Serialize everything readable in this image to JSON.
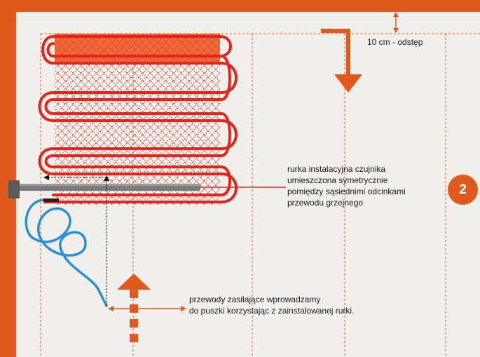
{
  "labels": {
    "gap": "10 cm - odstęp",
    "sensor_tube": [
      "rurka instalacyjna czujnika",
      "umieszczona symetrycznie",
      "pomiędzy sąsiednimi odcinkami",
      "przewodu grzejnego"
    ],
    "supply_wires": [
      "przewody zasilające wprowadzamy",
      "do puszki korzystając z zainstalowanej rurki."
    ]
  },
  "step_number": "2",
  "colors": {
    "frame": "#e05a1e",
    "heating_cable": "#e3261d",
    "mesh": "#e3261d",
    "supply_wire": "#2b8fd6",
    "tube": "#777777",
    "guide_lines": "#e05a1e",
    "arrows": "#e05a1e",
    "background": "#f1efec"
  }
}
